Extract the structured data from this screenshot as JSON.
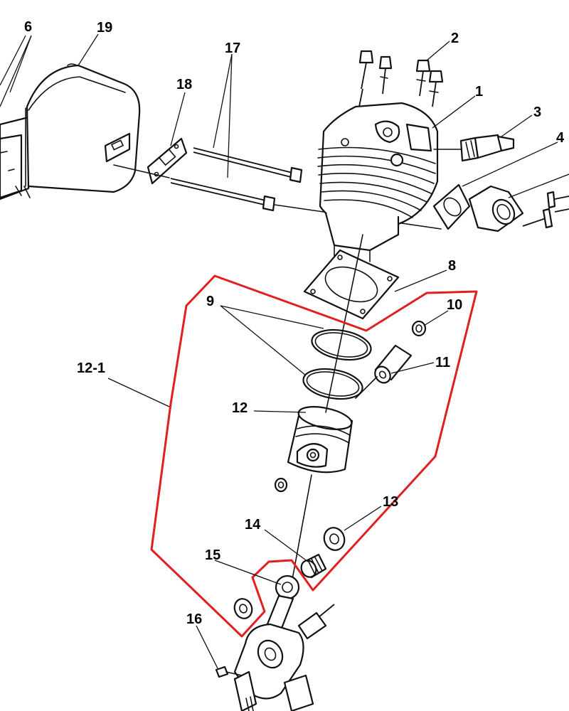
{
  "colors": {
    "ink": "#111111",
    "highlight": "#e02020",
    "background": "#ffffff"
  },
  "callouts": {
    "c1": "1",
    "c2": "2",
    "c3": "3",
    "c4": "4",
    "c6": "6",
    "c8": "8",
    "c9": "9",
    "c10": "10",
    "c11": "11",
    "c12": "12",
    "c12_1": "12-1",
    "c13": "13",
    "c14": "14",
    "c15": "15",
    "c16": "16",
    "c17": "17",
    "c18": "18",
    "c19": "19"
  }
}
